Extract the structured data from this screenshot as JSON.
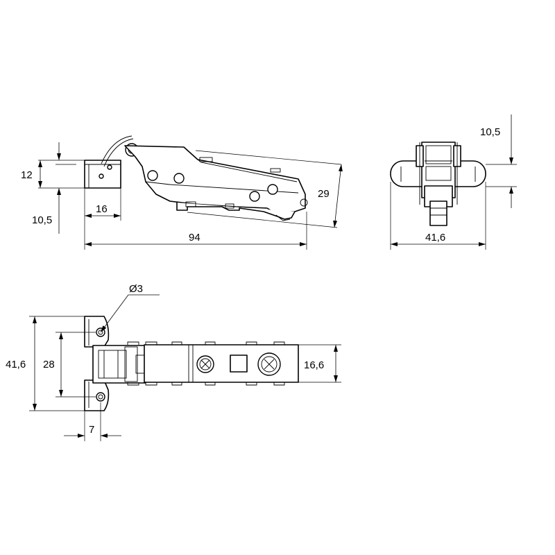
{
  "diagram": {
    "side_view": {
      "height_bracket": "12",
      "offset_lower": "10,5",
      "cup_offset": "16",
      "total_length": "94",
      "arm_height": "29"
    },
    "front_view": {
      "offset_upper": "10,5",
      "total_width": "41,6"
    },
    "top_view": {
      "hole_diameter": "Ø3",
      "total_width": "41,6",
      "hole_spacing": "28",
      "edge_offset": "7",
      "plate_width": "16,6"
    }
  }
}
